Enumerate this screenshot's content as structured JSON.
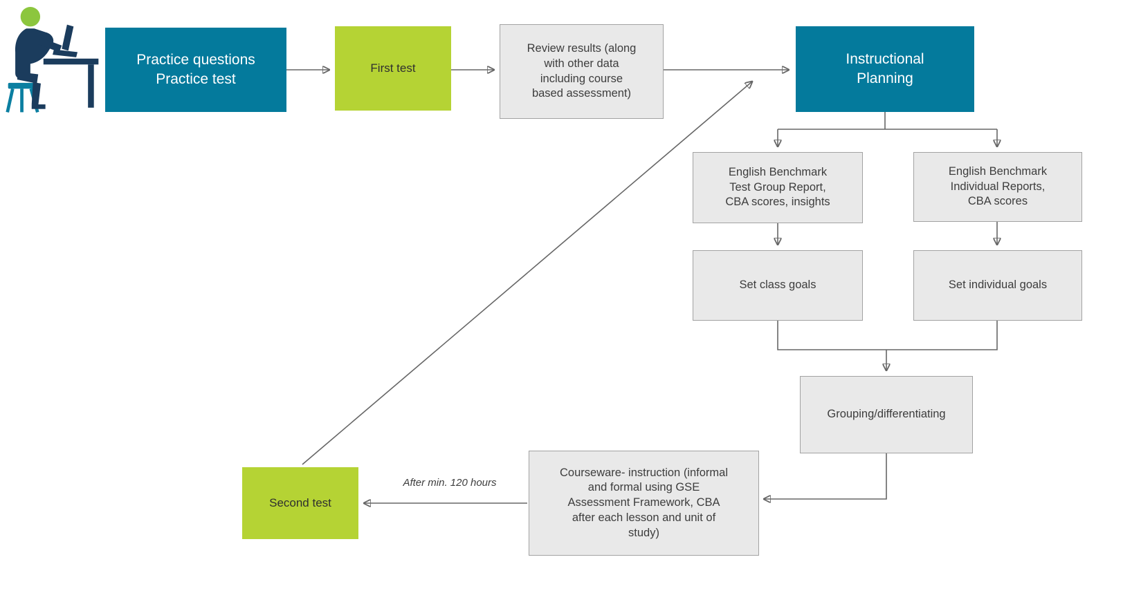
{
  "diagram": {
    "nodes": {
      "practice": {
        "label": "Practice questions\nPractice test",
        "type": "teal"
      },
      "first_test": {
        "label": "First test",
        "type": "lime"
      },
      "review": {
        "label": "Review results (along\nwith other data\nincluding course\nbased assessment)",
        "type": "gray"
      },
      "instructional": {
        "label": "Instructional\nPlanning",
        "type": "teal"
      },
      "group_report": {
        "label": "English Benchmark\nTest Group Report,\nCBA scores, insights",
        "type": "gray"
      },
      "individual_report": {
        "label": "English Benchmark\nIndividual Reports,\nCBA scores",
        "type": "gray"
      },
      "set_class_goals": {
        "label": "Set class goals",
        "type": "gray"
      },
      "set_individual_goals": {
        "label": "Set individual goals",
        "type": "gray"
      },
      "grouping": {
        "label": "Grouping/differentiating",
        "type": "gray"
      },
      "courseware": {
        "label": "Courseware- instruction (informal\nand formal using GSE\nAssessment Framework, CBA\nafter each lesson and unit of\nstudy)",
        "type": "gray"
      },
      "second_test": {
        "label": "Second test",
        "type": "lime"
      }
    },
    "edge_labels": {
      "after_min_hours": "After min. 120 hours"
    },
    "icons": {
      "person": "person-at-computer-icon"
    }
  },
  "colors": {
    "teal": "#047a9c",
    "lime": "#b5d334",
    "box-gray": "#e9e9e9",
    "box-border": "#a2a2a2",
    "arrow": "#666666",
    "text-dark": "#3d3d3d",
    "text-light": "#ffffff",
    "icon-navy": "#1b3c5d",
    "icon-green": "#8cc63e",
    "icon-teal": "#0b7fa1"
  }
}
